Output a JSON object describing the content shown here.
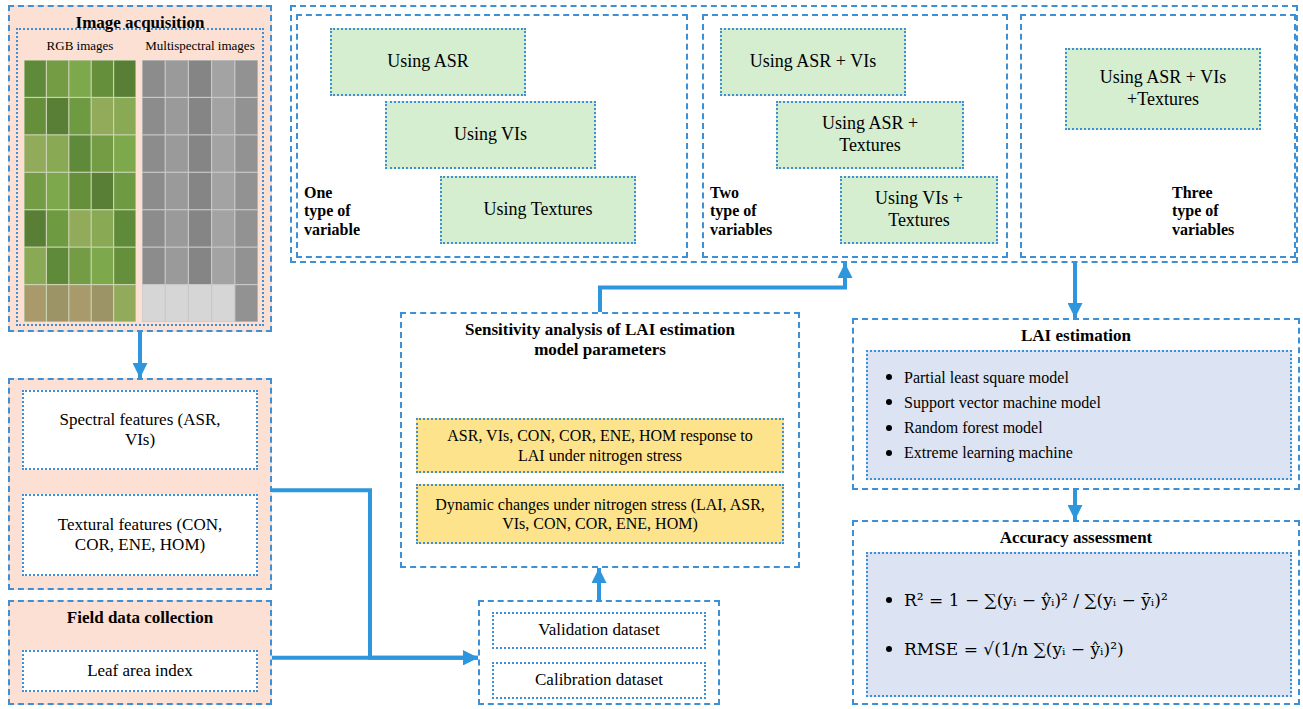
{
  "diagram": {
    "nodes": [
      {
        "text": [
          "Image acquisition"
        ]
      },
      {
        "text": [
          "RGB images",
          "Multispectral images"
        ],
        "in": 0
      },
      {
        "text": []
      },
      {
        "text": [
          "One type of variable"
        ],
        "in": 2
      },
      {
        "text": [
          "Using ASR"
        ],
        "in": 3
      },
      {
        "text": [
          "Using VIs"
        ],
        "in": 3
      },
      {
        "text": [
          "Using Textures"
        ],
        "in": 3
      },
      {
        "text": [
          "Two type of variables"
        ],
        "in": 2
      },
      {
        "text": [
          "Using ASR + VIs"
        ],
        "in": 7
      },
      {
        "text": [
          "Using ASR + Textures"
        ],
        "in": 7
      },
      {
        "text": [
          "Using VIs + Textures"
        ],
        "in": 7
      },
      {
        "text": [
          "Three type of variables"
        ],
        "in": 2
      },
      {
        "text": [
          "Using ASR + VIs +Textures"
        ],
        "in": 11
      },
      {
        "text": []
      },
      {
        "text": [
          "Spectral features (ASR, VIs)"
        ],
        "in": 13
      },
      {
        "text": [
          "Textural features (CON, COR, ENE, HOM)"
        ],
        "in": 13
      },
      {
        "text": [
          "Sensitivity analysis of LAI estimation model parameters"
        ]
      },
      {
        "text": [
          "ASR, VIs, CON, COR, ENE, HOM response to LAI under nitrogen stress"
        ],
        "in": 16
      },
      {
        "text": [
          "Dynamic changes under nitrogen stress (LAI, ASR, VIs, CON, COR, ENE, HOM)"
        ],
        "in": 16
      },
      {
        "text": [
          "LAI estimation"
        ]
      },
      {
        "text": [
          "Partial least square model",
          "Support vector machine model",
          "Random forest model",
          "Extreme learning machine"
        ],
        "in": 19
      },
      {
        "text": [
          "Field data collection"
        ]
      },
      {
        "text": [
          "Leaf area index"
        ],
        "in": 21
      },
      {
        "text": []
      },
      {
        "text": [
          "Validation dataset"
        ],
        "in": 23
      },
      {
        "text": [
          "Calibration dataset"
        ],
        "in": 23
      },
      {
        "text": [
          "Accuracy assessment"
        ]
      },
      {
        "text": [
          "R² = 1 − ∑(yᵢ − ŷᵢ)² / ∑(yᵢ − ȳᵢ)²",
          "RMSE = √(1/n ∑(yᵢ − ŷᵢ)²)"
        ],
        "in": 26
      }
    ],
    "edges": [
      {
        "from": 0,
        "to": 13,
        "arrow": "to"
      },
      {
        "from": 13,
        "to": 23,
        "arrow": "to"
      },
      {
        "from": 21,
        "to": 23,
        "arrow": "to"
      },
      {
        "from": 23,
        "to": 16,
        "arrow": "to"
      },
      {
        "from": 16,
        "to": 2,
        "arrow": "to"
      },
      {
        "from": 11,
        "to": 19,
        "arrow": "to"
      },
      {
        "from": 19,
        "to": 26,
        "arrow": "to"
      }
    ]
  }
}
